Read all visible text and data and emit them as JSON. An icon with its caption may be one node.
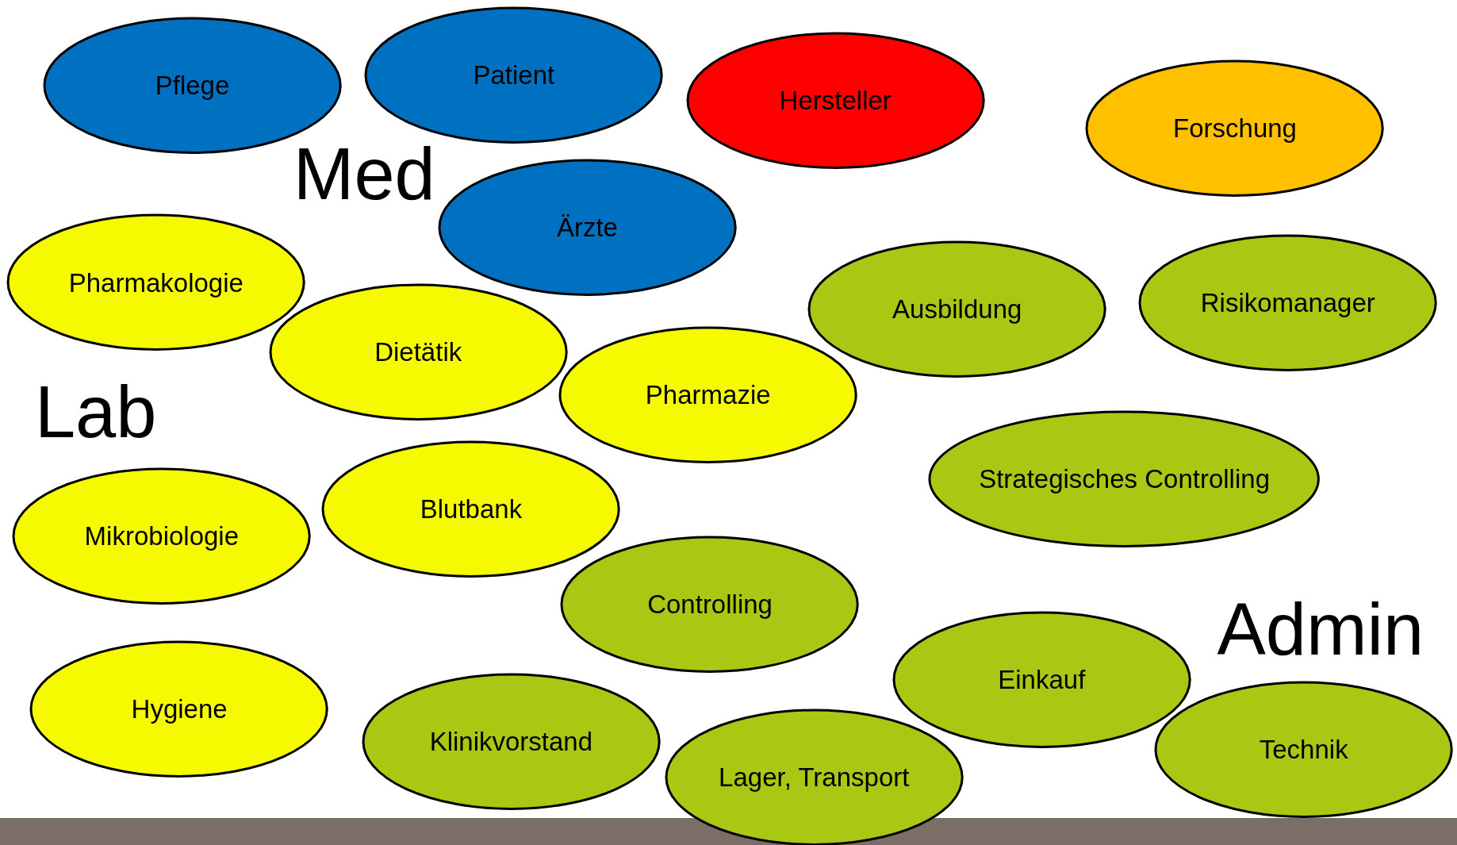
{
  "diagram": {
    "nodes": [
      {
        "text": [
          "Pflege"
        ]
      },
      {
        "text": [
          "Patient"
        ]
      },
      {
        "text": [
          "Hersteller"
        ]
      },
      {
        "text": [
          "Forschung"
        ]
      },
      {
        "text": [
          "Ärzte"
        ]
      },
      {
        "text": [
          "Pharmakologie"
        ]
      },
      {
        "text": [
          "Dietätik"
        ]
      },
      {
        "text": [
          "Ausbildung"
        ]
      },
      {
        "text": [
          "Risikomanager"
        ]
      },
      {
        "text": [
          "Pharmazie"
        ]
      },
      {
        "text": [
          "Strategisches Controlling"
        ]
      },
      {
        "text": [
          "Mikrobiologie"
        ]
      },
      {
        "text": [
          "Blutbank"
        ]
      },
      {
        "text": [
          "Controlling"
        ]
      },
      {
        "text": [
          "Einkauf"
        ]
      },
      {
        "text": [
          "Hygiene"
        ]
      },
      {
        "text": [
          "Klinikvorstand"
        ]
      },
      {
        "text": [
          "Lager, Transport"
        ]
      },
      {
        "text": [
          "Technik"
        ]
      }
    ],
    "labels": [
      "Med",
      "Lab",
      "Admin"
    ]
  }
}
